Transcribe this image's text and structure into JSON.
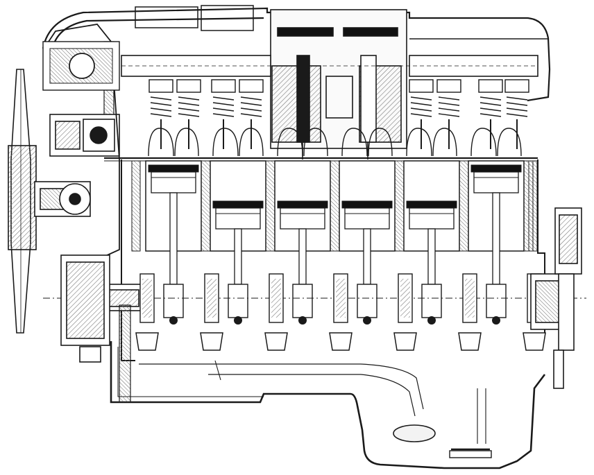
{
  "figure": {
    "kind": "engine-cross-section",
    "style": "monochrome line drawing",
    "colors": {
      "background": "#ffffff",
      "ink": "#1a1a1a",
      "hatch": "#7a7a7a",
      "solid_dark": "#111111",
      "light_fill": "#f3f3f3"
    },
    "cylinder_count": 6
  }
}
